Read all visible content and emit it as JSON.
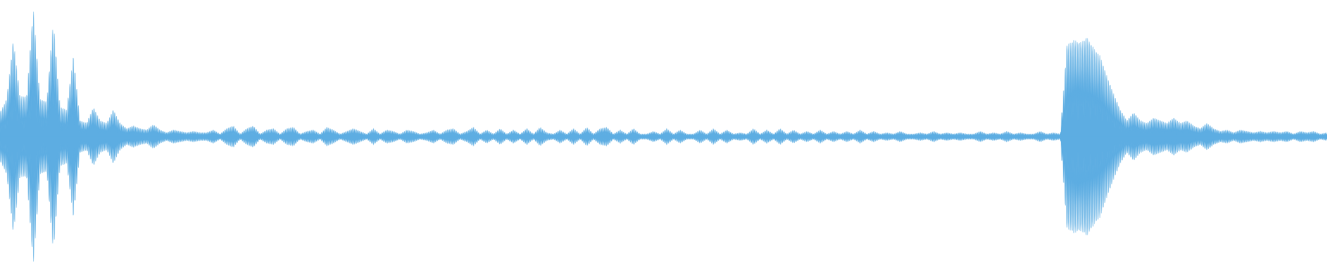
{
  "waveform": {
    "color": "#5dade2",
    "background": "#ffffff",
    "envelope": [
      0.18,
      0.28,
      0.72,
      0.3,
      0.3,
      0.96,
      0.28,
      0.26,
      0.86,
      0.22,
      0.2,
      0.6,
      0.12,
      0.1,
      0.22,
      0.12,
      0.1,
      0.2,
      0.1,
      0.06,
      0.08,
      0.06,
      0.05,
      0.09,
      0.05,
      0.03,
      0.05,
      0.04,
      0.03,
      0.04,
      0.03,
      0.03,
      0.05,
      0.02,
      0.06,
      0.08,
      0.02,
      0.06,
      0.08,
      0.02,
      0.05,
      0.06,
      0.02,
      0.06,
      0.07,
      0.02,
      0.04,
      0.05,
      0.02,
      0.07,
      0.05,
      0.02,
      0.04,
      0.06,
      0.04,
      0.02,
      0.06,
      0.02,
      0.05,
      0.04,
      0.02,
      0.05,
      0.04,
      0.02,
      0.03,
      0.05,
      0.02,
      0.05,
      0.06,
      0.02,
      0.04,
      0.07,
      0.02,
      0.05,
      0.02,
      0.06,
      0.02,
      0.05,
      0.02,
      0.06,
      0.02,
      0.07,
      0.03,
      0.02,
      0.05,
      0.02,
      0.06,
      0.02,
      0.07,
      0.02,
      0.06,
      0.07,
      0.02,
      0.05,
      0.02,
      0.06,
      0.02,
      0.02,
      0.04,
      0.02,
      0.06,
      0.02,
      0.05,
      0.02,
      0.02,
      0.05,
      0.02,
      0.06,
      0.02,
      0.05,
      0.02,
      0.03,
      0.02,
      0.06,
      0.02,
      0.05,
      0.02,
      0.06,
      0.02,
      0.05,
      0.02,
      0.04,
      0.02,
      0.05,
      0.02,
      0.04,
      0.02,
      0.04,
      0.02,
      0.05,
      0.02,
      0.04,
      0.02,
      0.03,
      0.02,
      0.04,
      0.02,
      0.02,
      0.03,
      0.02,
      0.04,
      0.02,
      0.03,
      0.02,
      0.03,
      0.02,
      0.02,
      0.04,
      0.02,
      0.03,
      0.02,
      0.04,
      0.02,
      0.03,
      0.02,
      0.02,
      0.04,
      0.02,
      0.03,
      0.02,
      0.68,
      0.72,
      0.7,
      0.74,
      0.66,
      0.6,
      0.45,
      0.32,
      0.2,
      0.12,
      0.18,
      0.12,
      0.1,
      0.14,
      0.12,
      0.1,
      0.14,
      0.1,
      0.12,
      0.08,
      0.06,
      0.1,
      0.06,
      0.04,
      0.05,
      0.03,
      0.05,
      0.04,
      0.03,
      0.04,
      0.03,
      0.04,
      0.03,
      0.04,
      0.02,
      0.04,
      0.03,
      0.04,
      0.02,
      0.03
    ],
    "peak_count": 92
  }
}
